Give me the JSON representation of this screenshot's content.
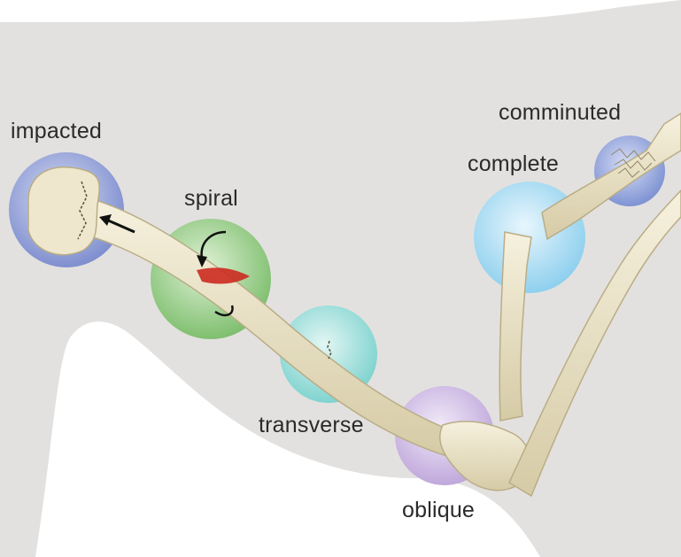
{
  "diagram": {
    "labels": {
      "impacted": "impacted",
      "spiral": "spiral",
      "transverse": "transverse",
      "oblique": "oblique",
      "complete": "complete",
      "comminuted": "comminuted"
    },
    "colors": {
      "background": "#ffffff",
      "silhouette": "#e3e1df",
      "bone": "#ece5cc",
      "bone_shadow": "#c9bd97",
      "impacted_disc": "#7f8fcf",
      "spiral_disc": "#7fbf6f",
      "transverse_disc": "#7fd3cf",
      "oblique_disc": "#c0a8dc",
      "complete_disc": "#8fd0ee",
      "comminuted_disc": "#7f93d3",
      "fracture_red": "#cc2a20"
    }
  }
}
